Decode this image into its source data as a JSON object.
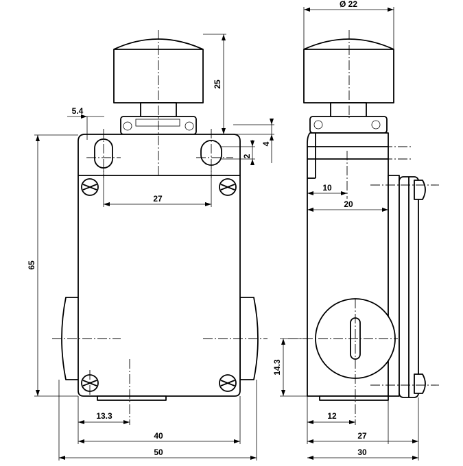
{
  "dimensions": {
    "diameter": "Ø 22",
    "cap_height": "25",
    "slot_offset": "5.4",
    "top_step": "4",
    "slot_depth": "2",
    "screw_spacing": "27",
    "body_height": "65",
    "bottom_offset": "13.3",
    "body_width": "40",
    "overall_width": "50",
    "side_mount_offset": "10",
    "side_inner_width": "20",
    "entry_height": "14.3",
    "entry_offset": "12",
    "side_body_width": "27",
    "side_overall_width": "30"
  }
}
